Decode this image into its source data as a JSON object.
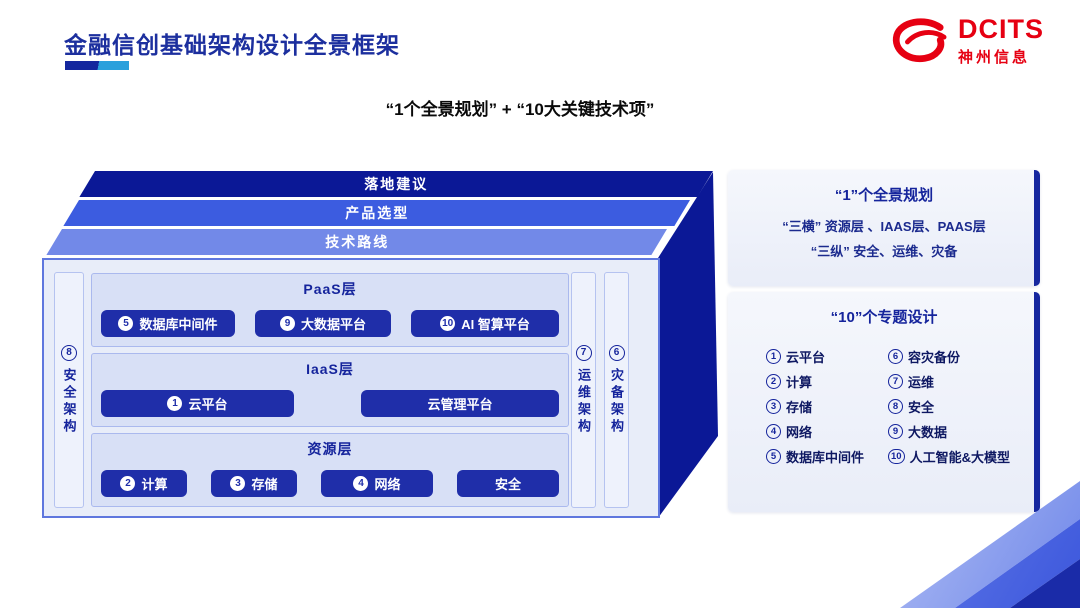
{
  "header": {
    "title": "金融信创基础架构设计全景框架",
    "logo_brand": "DCITS",
    "logo_company": "神州信息"
  },
  "subtitle": "“1个全景规划” + “10大关键技术项”",
  "diagram": {
    "bars": [
      {
        "label": "落地建议"
      },
      {
        "label": "产品选型"
      },
      {
        "label": "技术路线"
      }
    ],
    "left_strip": {
      "num": "8",
      "label": "安全架构"
    },
    "right_strips": [
      {
        "num": "7",
        "label": "运维架构"
      },
      {
        "num": "6",
        "label": "灾备架构"
      }
    ],
    "layers": [
      {
        "title": "PaaS层",
        "buttons": [
          {
            "num": "5",
            "label": "数据库中间件"
          },
          {
            "num": "9",
            "label": "大数据平台"
          },
          {
            "num": "10",
            "label": "AI 智算平台"
          }
        ]
      },
      {
        "title": "IaaS层",
        "buttons": [
          {
            "num": "1",
            "label": "云平台"
          },
          {
            "label": "云管理平台"
          }
        ]
      },
      {
        "title": "资源层",
        "buttons": [
          {
            "num": "2",
            "label": "计算"
          },
          {
            "num": "3",
            "label": "存储"
          },
          {
            "num": "4",
            "label": "网络"
          },
          {
            "label": "安全"
          }
        ]
      }
    ]
  },
  "panel_plan": {
    "title": "“1”个全景规划",
    "line1": "“三横” 资源层 、IAAS层、PAAS层",
    "line2": "“三纵” 安全、运维、灾备"
  },
  "panel_topics": {
    "title": "“10”个专题设计",
    "col1": [
      {
        "num": "1",
        "label": "云平台"
      },
      {
        "num": "2",
        "label": "计算"
      },
      {
        "num": "3",
        "label": "存储"
      },
      {
        "num": "4",
        "label": "网络"
      },
      {
        "num": "5",
        "label": "数据库中间件"
      }
    ],
    "col2": [
      {
        "num": "6",
        "label": "容灾备份"
      },
      {
        "num": "7",
        "label": "运维"
      },
      {
        "num": "8",
        "label": "安全"
      },
      {
        "num": "9",
        "label": "大数据"
      },
      {
        "num": "10",
        "label": "人工智能&大模型"
      }
    ]
  },
  "colors": {
    "accent_navy": "#15249c",
    "brand_red": "#e60012",
    "bar_dark": "#0b1896",
    "bar_mid": "#3c5ce0",
    "bar_light": "#7289e8",
    "button_bg": "#1f2ea9"
  }
}
